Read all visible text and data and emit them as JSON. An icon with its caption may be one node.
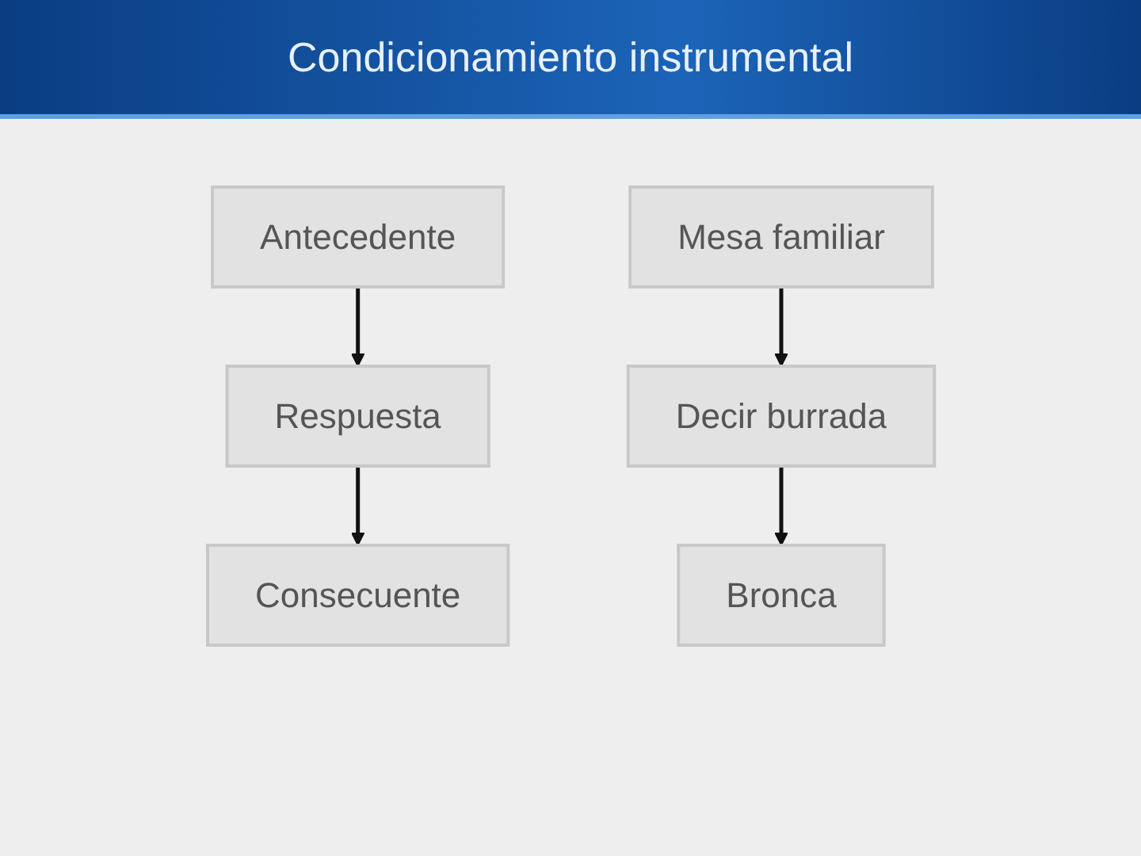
{
  "diagram": {
    "title": "Condicionamiento instrumental",
    "nodes": [
      {
        "text": [
          "Antecedente"
        ]
      },
      {
        "text": [
          "Respuesta"
        ]
      },
      {
        "text": [
          "Consecuente"
        ]
      },
      {
        "text": [
          "Mesa familiar"
        ]
      },
      {
        "text": [
          "Decir burrada"
        ]
      },
      {
        "text": [
          "Bronca"
        ]
      }
    ],
    "edges": [
      {
        "from": 0,
        "to": 1,
        "arrow": "to"
      },
      {
        "from": 1,
        "to": 2,
        "arrow": "to"
      },
      {
        "from": 3,
        "to": 4,
        "arrow": "to"
      },
      {
        "from": 4,
        "to": 5,
        "arrow": "to"
      }
    ]
  }
}
